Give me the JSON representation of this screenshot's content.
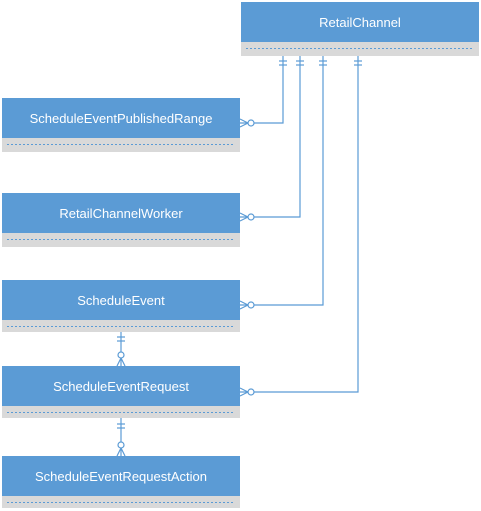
{
  "diagram": {
    "type": "entity-relationship",
    "colors": {
      "header": "#5b9bd5",
      "body": "#d9d9d9",
      "connector": "#5b9bd5",
      "text": "#ffffff"
    },
    "entities": [
      {
        "id": "retail-channel",
        "name": "RetailChannel"
      },
      {
        "id": "schedule-event-published-range",
        "name": "ScheduleEventPublishedRange"
      },
      {
        "id": "retail-channel-worker",
        "name": "RetailChannelWorker"
      },
      {
        "id": "schedule-event",
        "name": "ScheduleEvent"
      },
      {
        "id": "schedule-event-request",
        "name": "ScheduleEventRequest"
      },
      {
        "id": "schedule-event-request-action",
        "name": "ScheduleEventRequestAction"
      }
    ],
    "relationships": [
      {
        "from": "retail-channel",
        "to": "schedule-event-published-range",
        "from_cardinality": "one",
        "to_cardinality": "zero-or-many"
      },
      {
        "from": "retail-channel",
        "to": "retail-channel-worker",
        "from_cardinality": "one",
        "to_cardinality": "zero-or-many"
      },
      {
        "from": "retail-channel",
        "to": "schedule-event",
        "from_cardinality": "one",
        "to_cardinality": "zero-or-many"
      },
      {
        "from": "retail-channel",
        "to": "schedule-event-request",
        "from_cardinality": "one",
        "to_cardinality": "zero-or-many"
      },
      {
        "from": "schedule-event",
        "to": "schedule-event-request",
        "from_cardinality": "one",
        "to_cardinality": "zero-or-many"
      },
      {
        "from": "schedule-event-request",
        "to": "schedule-event-request-action",
        "from_cardinality": "one",
        "to_cardinality": "zero-or-many"
      }
    ]
  }
}
